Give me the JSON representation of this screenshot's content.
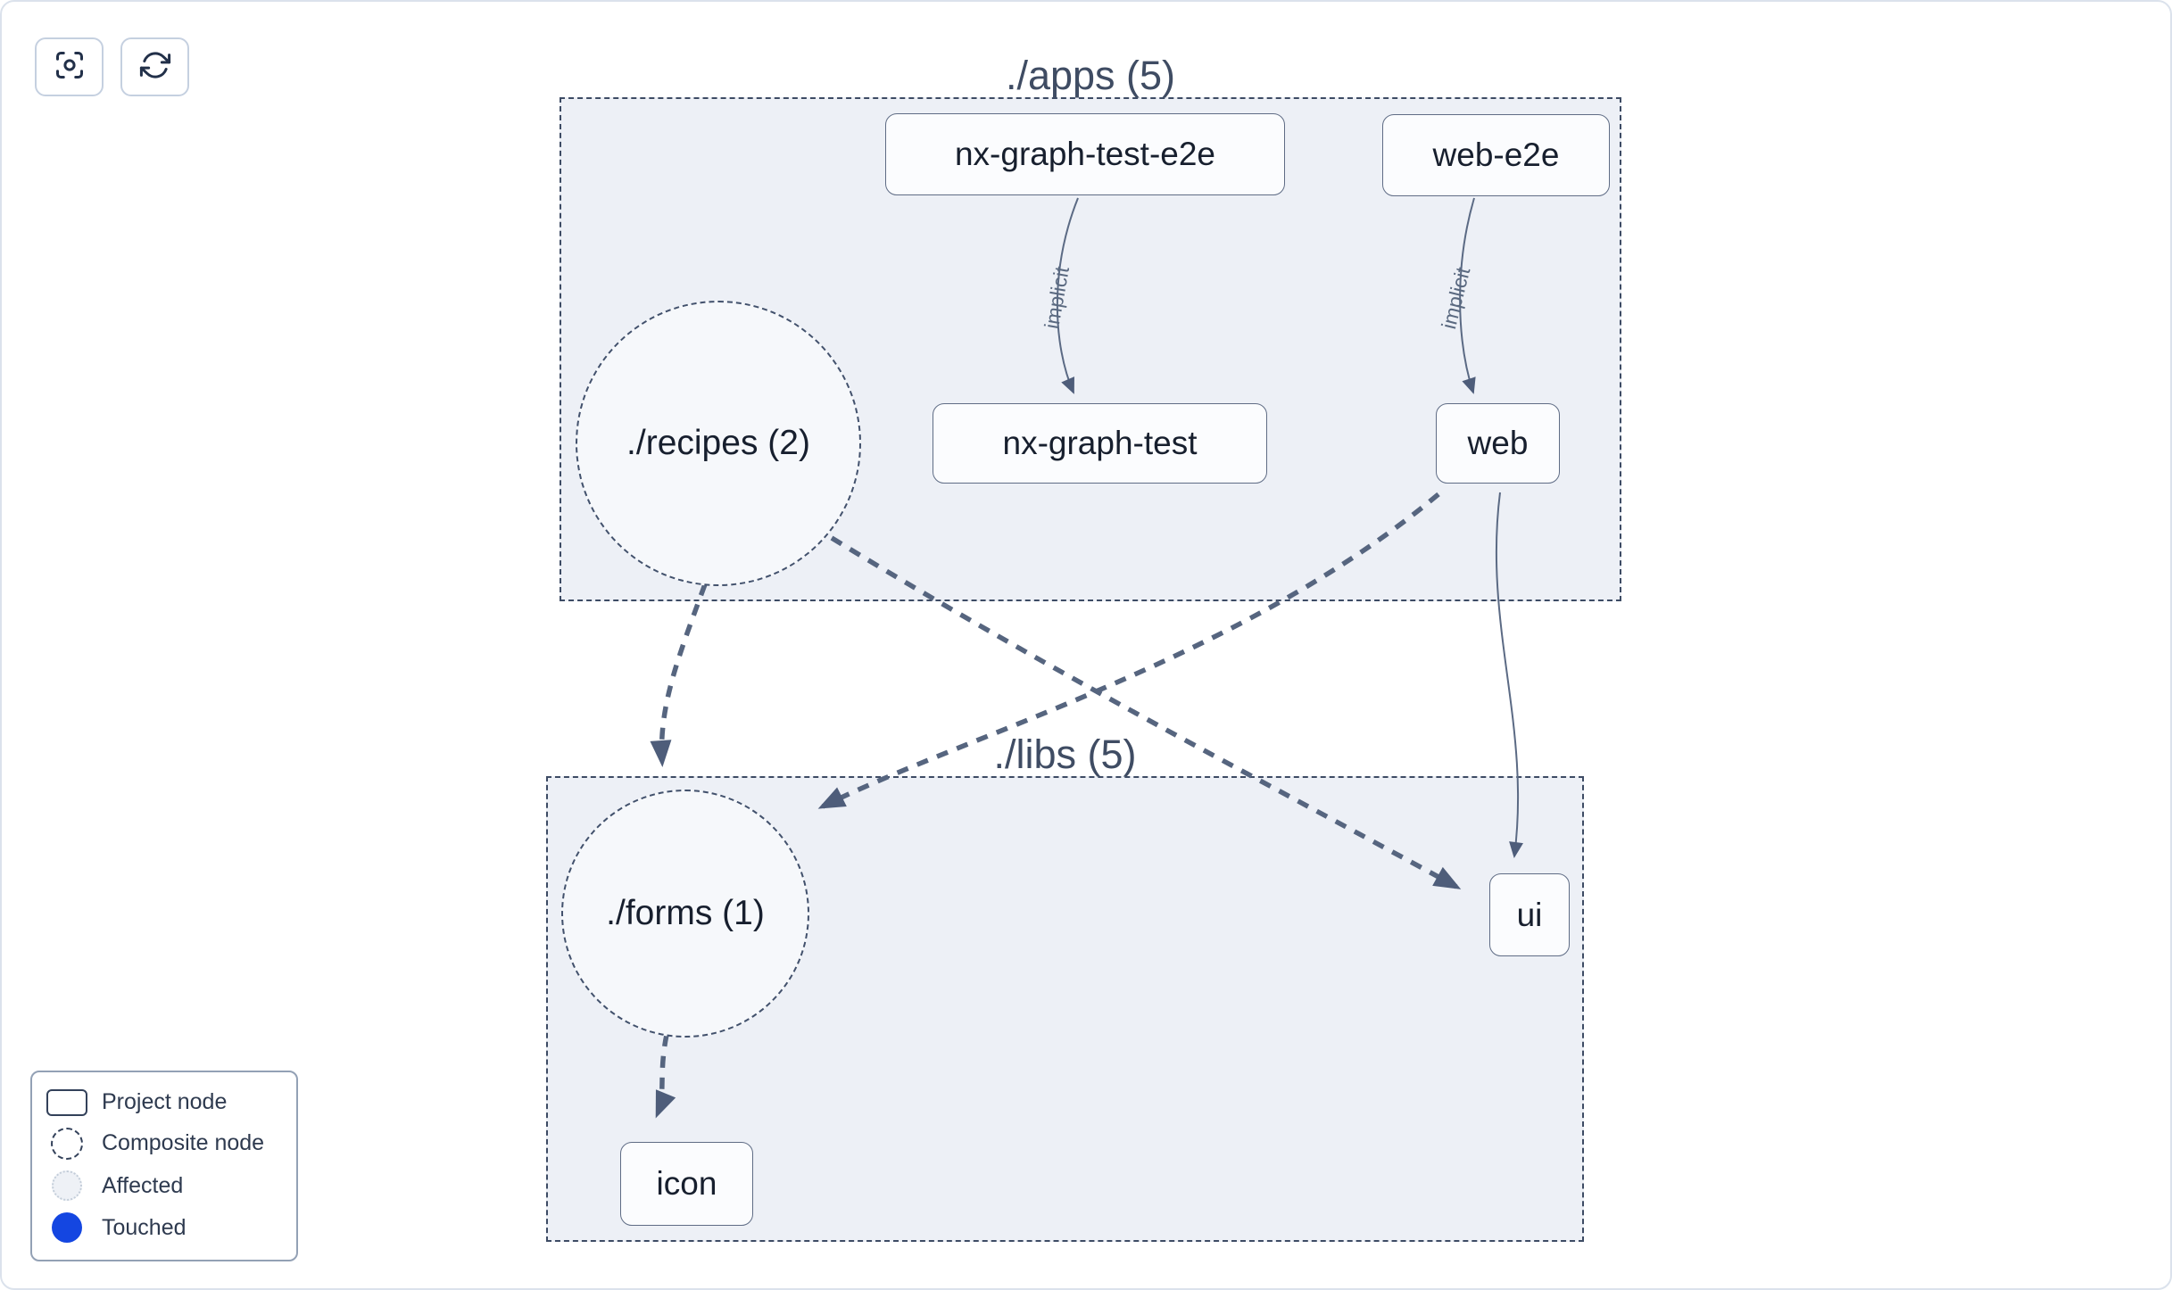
{
  "toolbar": {
    "buttons": [
      {
        "name": "focus",
        "icon": "focus-icon"
      },
      {
        "name": "refresh",
        "icon": "refresh-icon"
      }
    ]
  },
  "graph": {
    "groups": [
      {
        "id": "apps",
        "label": "./apps (5)"
      },
      {
        "id": "libs",
        "label": "./libs (5)"
      }
    ],
    "nodes": [
      {
        "id": "nx-graph-test-e2e",
        "label": "nx-graph-test-e2e",
        "type": "project",
        "group": "apps"
      },
      {
        "id": "web-e2e",
        "label": "web-e2e",
        "type": "project",
        "group": "apps"
      },
      {
        "id": "recipes",
        "label": "./recipes (2)",
        "type": "composite",
        "group": "apps"
      },
      {
        "id": "nx-graph-test",
        "label": "nx-graph-test",
        "type": "project",
        "group": "apps"
      },
      {
        "id": "web",
        "label": "web",
        "type": "project",
        "group": "apps"
      },
      {
        "id": "forms",
        "label": "./forms (1)",
        "type": "composite",
        "group": "libs"
      },
      {
        "id": "ui",
        "label": "ui",
        "type": "project",
        "group": "libs"
      },
      {
        "id": "icon",
        "label": "icon",
        "type": "project",
        "group": "libs"
      }
    ],
    "edges": [
      {
        "source": "nx-graph-test-e2e",
        "target": "nx-graph-test",
        "label": "implicit",
        "style": "implicit"
      },
      {
        "source": "web-e2e",
        "target": "web",
        "label": "implicit",
        "style": "implicit"
      },
      {
        "source": "recipes",
        "target": "forms",
        "label": "",
        "style": "dashed"
      },
      {
        "source": "recipes",
        "target": "ui",
        "label": "",
        "style": "dashed"
      },
      {
        "source": "web",
        "target": "forms",
        "label": "",
        "style": "dashed"
      },
      {
        "source": "web",
        "target": "ui",
        "label": "",
        "style": "solid"
      },
      {
        "source": "forms",
        "target": "icon",
        "label": "",
        "style": "dashed"
      }
    ]
  },
  "legend": {
    "items": [
      {
        "label": "Project node",
        "symbol": "project-node"
      },
      {
        "label": "Composite node",
        "symbol": "composite-node"
      },
      {
        "label": "Affected",
        "symbol": "affected-node"
      },
      {
        "label": "Touched",
        "symbol": "touched-node"
      }
    ]
  },
  "colors": {
    "edge": "#56657f",
    "arrow": "#4e5d7a",
    "group_border": "#3d4b64",
    "group_fill": "#edf0f6",
    "node_border": "#5f6c85",
    "node_text": "#171f2e",
    "touched_blue": "#1446e1"
  }
}
